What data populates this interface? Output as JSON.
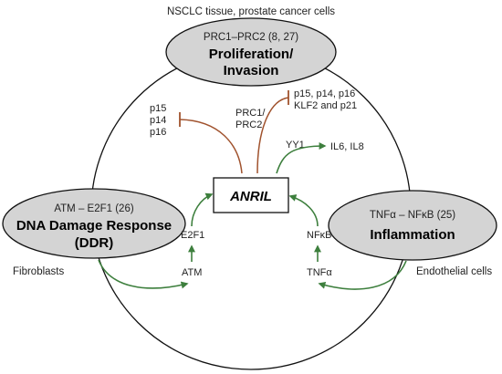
{
  "colors": {
    "activation": "#3d7f3d",
    "inhibition": "#a0522d",
    "node_fill": "#d4d4d4",
    "outline": "#111111"
  },
  "top_caption": "NSCLC tissue, prostate cancer cells",
  "center": {
    "label": "ANRIL"
  },
  "proliferation": {
    "ref": "PRC1–PRC2 (8, 27)",
    "title_line1": "Proliferation/",
    "title_line2": "Invasion"
  },
  "ddr": {
    "ref": "ATM – E2F1 (26)",
    "title_line1": "DNA Damage Response",
    "title_line2": "(DDR)",
    "cell_type": "Fibroblasts"
  },
  "inflammation": {
    "ref": "TNFα – NFκB (25)",
    "title": "Inflammation",
    "cell_type": "Endothelial cells"
  },
  "labels": {
    "p15": "p15",
    "p14": "p14",
    "p16": "p16",
    "prc_line1": "PRC1/",
    "prc_line2": "PRC2",
    "targets_line1": "p15, p14, p16",
    "targets_line2": "KLF2 and p21",
    "yy1": "YY1",
    "il": "IL6, IL8",
    "e2f1": "E2F1",
    "atm": "ATM",
    "nfkb": "NFκB",
    "tnfa": "TNFα"
  }
}
